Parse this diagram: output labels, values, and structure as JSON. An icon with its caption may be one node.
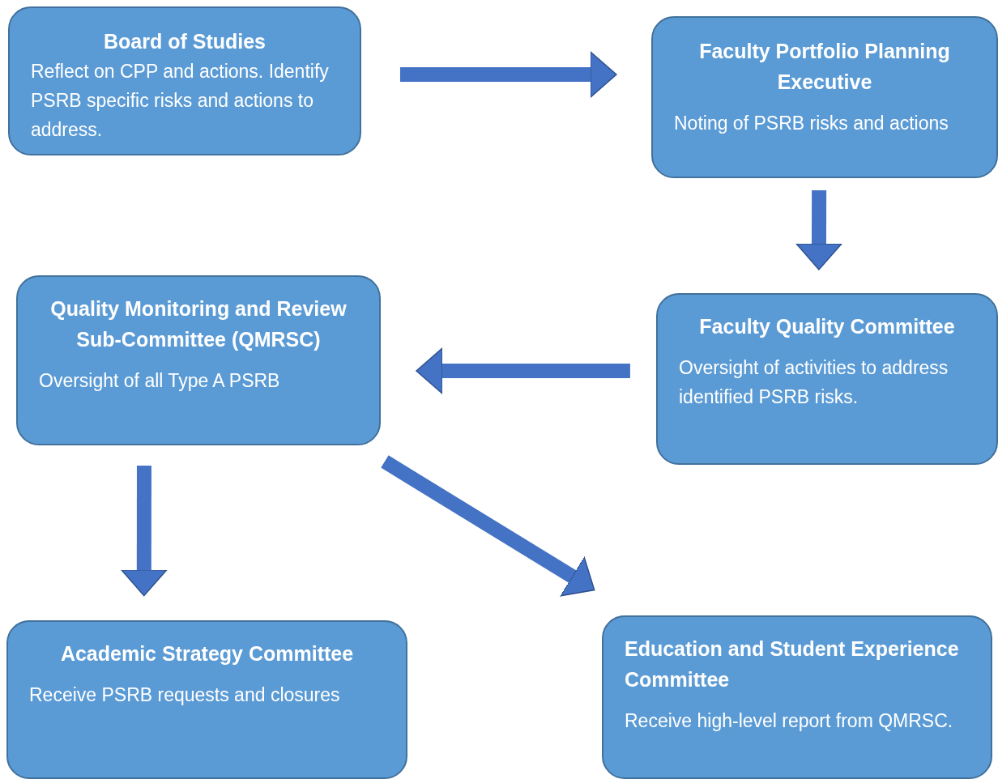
{
  "diagram": {
    "nodes": [
      {
        "text": [
          "Board of Studies",
          "Reflect on CPP and actions. Identify PSRB specific risks and actions to address."
        ]
      },
      {
        "text": [
          "Faculty Portfolio Planning Executive",
          "Noting of PSRB risks and actions"
        ]
      },
      {
        "text": [
          "Faculty Quality Committee",
          "Oversight of activities to address identified PSRB risks."
        ]
      },
      {
        "text": [
          "Quality Monitoring and Review Sub-Committee (QMRSC)",
          "Oversight of all Type A PSRB"
        ]
      },
      {
        "text": [
          "Academic Strategy Committee",
          "Receive PSRB requests and closures"
        ]
      },
      {
        "text": [
          "Education and Student Experience Committee",
          "Receive high-level report from QMRSC."
        ]
      }
    ],
    "edges": [
      {
        "from": 0,
        "to": 1,
        "arrow": "to"
      },
      {
        "from": 1,
        "to": 2,
        "arrow": "to"
      },
      {
        "from": 2,
        "to": 3,
        "arrow": "to"
      },
      {
        "from": 3,
        "to": 4,
        "arrow": "to"
      },
      {
        "from": 3,
        "to": 5,
        "arrow": "to"
      }
    ]
  }
}
